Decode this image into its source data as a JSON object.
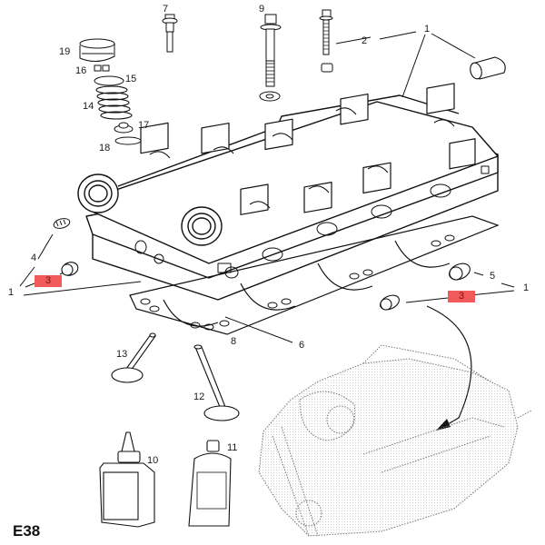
{
  "diagram": {
    "title_code": "E38",
    "highlight_color": "#f05a5a",
    "callouts": [
      {
        "id": "c7",
        "text": "7"
      },
      {
        "id": "c9",
        "text": "9"
      },
      {
        "id": "c19",
        "text": "19"
      },
      {
        "id": "c16",
        "text": "16"
      },
      {
        "id": "c15",
        "text": "15"
      },
      {
        "id": "c14",
        "text": "14"
      },
      {
        "id": "c17",
        "text": "17"
      },
      {
        "id": "c18",
        "text": "18"
      },
      {
        "id": "c2",
        "text": "2"
      },
      {
        "id": "c1top",
        "text": "1"
      },
      {
        "id": "c4",
        "text": "4"
      },
      {
        "id": "c1left",
        "text": "1"
      },
      {
        "id": "c5",
        "text": "5"
      },
      {
        "id": "c1right",
        "text": "1"
      },
      {
        "id": "c8",
        "text": "8"
      },
      {
        "id": "c6",
        "text": "6"
      },
      {
        "id": "c13",
        "text": "13"
      },
      {
        "id": "c12",
        "text": "12"
      },
      {
        "id": "c10",
        "text": "10"
      },
      {
        "id": "c11",
        "text": "11"
      }
    ],
    "highlighted_callouts": [
      {
        "id": "h3left",
        "text": "3"
      },
      {
        "id": "h3right",
        "text": "3"
      }
    ],
    "parts": [
      {
        "number": "1",
        "name": "cylinder-head"
      },
      {
        "number": "2",
        "name": "dowel-bolt"
      },
      {
        "number": "3",
        "name": "core-plug"
      },
      {
        "number": "4",
        "name": "threaded-plug"
      },
      {
        "number": "5",
        "name": "cap-plug"
      },
      {
        "number": "6",
        "name": "head-gasket"
      },
      {
        "number": "7",
        "name": "bolt"
      },
      {
        "number": "8",
        "name": "gasket"
      },
      {
        "number": "9",
        "name": "head-bolt"
      },
      {
        "number": "10",
        "name": "sealant-bottle"
      },
      {
        "number": "11",
        "name": "sealant-tube"
      },
      {
        "number": "12",
        "name": "exhaust-valve"
      },
      {
        "number": "13",
        "name": "intake-valve"
      },
      {
        "number": "14",
        "name": "valve-spring"
      },
      {
        "number": "15",
        "name": "spring-retainer"
      },
      {
        "number": "16",
        "name": "valve-collets"
      },
      {
        "number": "17",
        "name": "valve-stem-seal"
      },
      {
        "number": "18",
        "name": "spring-seat"
      },
      {
        "number": "19",
        "name": "tappet"
      }
    ]
  }
}
